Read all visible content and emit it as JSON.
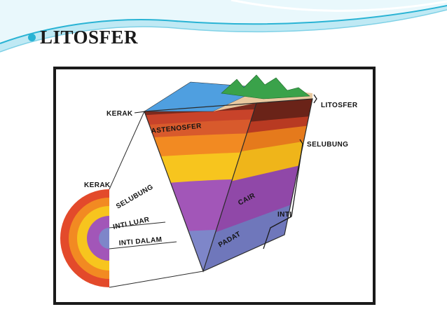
{
  "slide": {
    "title": "LITOSFER"
  },
  "colors": {
    "accent": "#29b3d4",
    "frame": "#1a1a1a",
    "ocean": "#4f9fe0",
    "crust_land": "#e8c9a0",
    "mountains": "#3aa24a",
    "crust_dark": "#7b2a1e",
    "asthenosphere": "#c8432a",
    "mantle_orange": "#f28a22",
    "mantle_yellow": "#f7c51e",
    "outer_core": "#a256b8",
    "inner_core": "#7e86c9"
  },
  "labels": {
    "kerak_top": "KERAK",
    "kerak_left": "KERAK",
    "astenosfer": "ASTENOSFER",
    "selubung_left": "SELUBUNG",
    "inti_luar": "INTI LUAR",
    "inti_dalam": "INTI DALAM",
    "litosfer": "LITOSFER",
    "selubung_right": "SELUBUNG",
    "cair": "CAIR",
    "inti_right": "INTI",
    "padat": "PADAT"
  }
}
